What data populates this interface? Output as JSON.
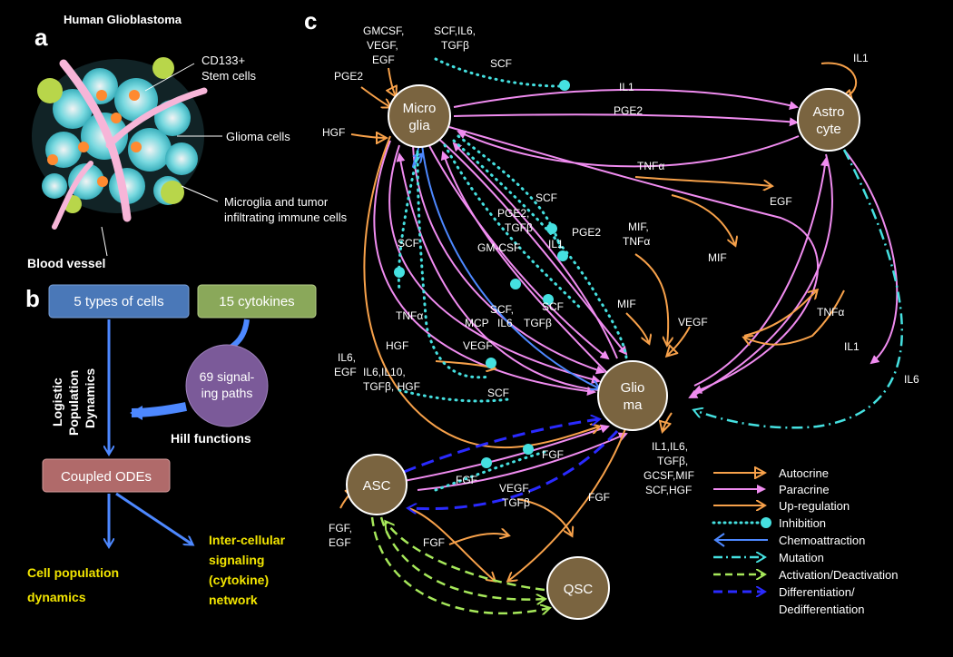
{
  "panel_a": {
    "letter": "a",
    "title": "Human Glioblastoma",
    "callouts": {
      "stem_line1": "CD133+",
      "stem_line2": "Stem cells",
      "glioma": "Glioma cells",
      "microglia_line1": "Microglia and tumor",
      "microglia_line2": "infiltrating immune cells",
      "vessel": "Blood vessel"
    }
  },
  "panel_b": {
    "letter": "b",
    "box_cells": "5 types of cells",
    "box_cytokines": "15 cytokines",
    "circle_line1": "69 signal-",
    "circle_line2": "ing paths",
    "hill": "Hill functions",
    "side_line1": "Logistic",
    "side_line2": "Population",
    "side_line3": "Dynamics",
    "box_odes": "Coupled ODEs",
    "out1_line1": "Cell population",
    "out1_line2": "dynamics",
    "out2_line1": "Inter-cellular",
    "out2_line2": "signaling",
    "out2_line3": "(cytokine)",
    "out2_line4": "network",
    "colors": {
      "blue_box": "#4a78b8",
      "green_box": "#8aa85a",
      "purple_circle": "#7b5a99",
      "red_box": "#b06a6a",
      "arrow": "#4d88ff",
      "yellow_text": "#f2e500"
    }
  },
  "panel_c": {
    "letter": "c",
    "nodes": {
      "microglia_l1": "Micro",
      "microglia_l2": "glia",
      "astro_l1": "Astro",
      "astro_l2": "cyte",
      "glioma_l1": "Glio",
      "glioma_l2": "ma",
      "asc": "ASC",
      "qsc": "QSC"
    },
    "labels": {
      "gmcsf_l1": "GMCSF,",
      "gmcsf_l2": "VEGF,",
      "gmcsf_l3": "EGF",
      "scfil6_l1": "SCF,IL6,",
      "scfil6_l2": "TGFβ",
      "scf_top": "SCF",
      "pge2_left": "PGE2",
      "hgf_left": "HGF",
      "il1_top": "IL1",
      "pge2_top": "PGE2",
      "il1_astro": "IL1",
      "tnfa_mid": "TNFα",
      "egf_right": "EGF",
      "scf_mid": "SCF",
      "pge2tgf_l1": "PGE2,",
      "pge2tgf_l2": "TGFβ",
      "pge2_mid": "PGE2",
      "il1_mid": "IL1",
      "mif_tnf_l1": "MIF,",
      "mif_tnf_l2": "TNFα",
      "mif_right": "MIF",
      "scf_left": "SCF",
      "gmcsf_mid": "GM-CSF",
      "tnfa_left": "TNFα",
      "mif_center": "MIF",
      "scfil6_mid_l1": "SCF,",
      "scfil6_mid_l2": "IL6",
      "scf_center": "SCF",
      "tgfb_center": "TGFβ",
      "mcp": "MCP",
      "vegf_right": "VEGF",
      "tnfa_right": "TNFα",
      "il1_right": "IL1",
      "il6_right": "IL6",
      "hgf_left2": "HGF",
      "vegf_left": "VEGF",
      "il6egf_l1": "IL6,",
      "il6egf_l2": "EGF",
      "il6il10_l1": "IL6,IL10,",
      "il6il10_l2": "TGFβ, HGF",
      "scf_low": "SCF",
      "fgf_up": "FGF",
      "fgf_asc": "FGF",
      "vegftgf_l1": "VEGF,",
      "vegftgf_l2": "TGFβ",
      "fgf_mid": "FGF",
      "il1il6_l1": "IL1,IL6,",
      "il1il6_l2": "TGFβ,",
      "il1il6_l3": "GCSF,MIF",
      "il1il6_l4": "SCF,HGF",
      "fgfegf_l1": "FGF,",
      "fgfegf_l2": "EGF",
      "fgf_low": "FGF"
    },
    "legend": [
      {
        "label": "Autocrine",
        "color": "#f7a14a"
      },
      {
        "label": "Paracrine",
        "color": "#f08cf0"
      },
      {
        "label": "Up-regulation",
        "color": "#f7a14a"
      },
      {
        "label": "Inhibition",
        "color": "#45e0e0"
      },
      {
        "label": "Chemoattraction",
        "color": "#4d88ff"
      },
      {
        "label": "Mutation",
        "color": "#45e0e0"
      },
      {
        "label": "Activation/Deactivation",
        "color": "#a6e85a"
      },
      {
        "label": "Differentiation/",
        "color": "#2a2aff"
      }
    ],
    "legend_last_line": "Dedifferentiation",
    "colors": {
      "node": "#7a6440",
      "paracrine": "#f08cf0",
      "orange": "#f7a14a",
      "cyan": "#45e0e0",
      "blue": "#4d88ff",
      "green": "#a6e85a",
      "darkblue": "#2a2aff"
    }
  }
}
